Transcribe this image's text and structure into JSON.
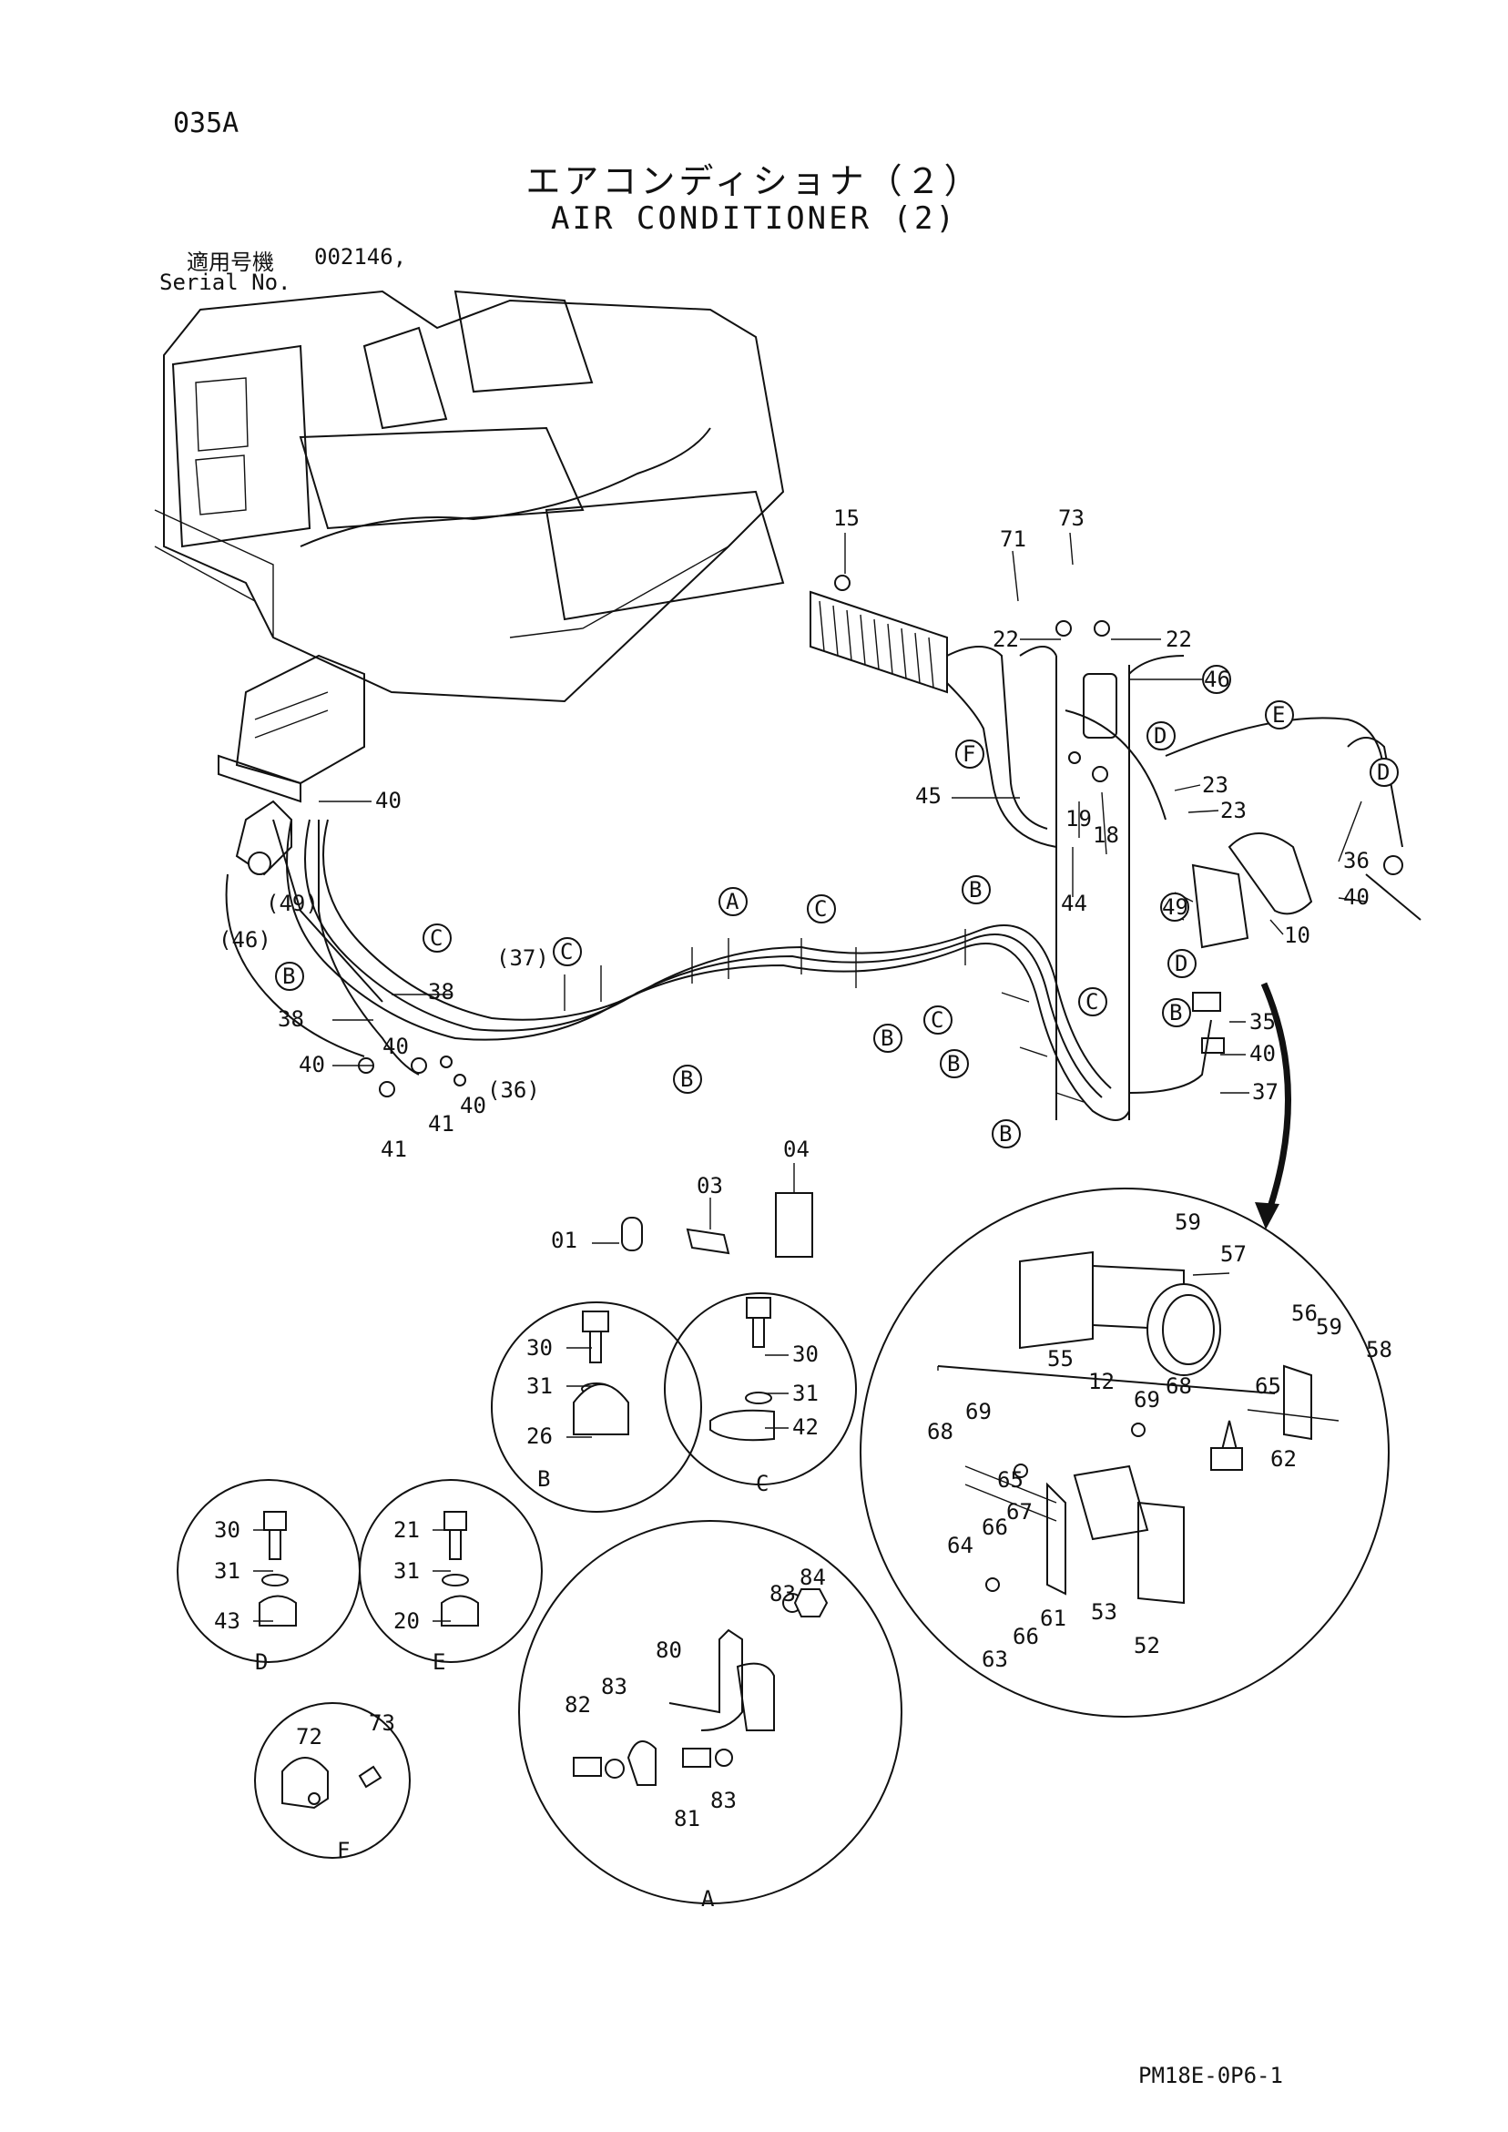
{
  "header": {
    "page_code": "035A",
    "title_jp": "エアコンディショナ（２）",
    "title_en": "AIR CONDITIONER (2)",
    "serial_label_jp": "適用号機",
    "serial_value": "002146,",
    "serial_label_en": "Serial No."
  },
  "footer": {
    "doc_code": "PM18E-0P6-1"
  },
  "callouts": {
    "c15": "15",
    "c71": "71",
    "c73a": "73",
    "c22a": "22",
    "c22b": "22",
    "c46": "46",
    "c45": "45",
    "c19": "19",
    "c18": "18",
    "c44": "44",
    "c23a": "23",
    "c23b": "23",
    "c36a": "36",
    "c40e": "40",
    "c10": "10",
    "c40a": "40",
    "c49a": "(49)",
    "c46b": "(46)",
    "c38a": "38",
    "c38b": "38",
    "c37a": "(37)",
    "c40b": "40",
    "c40c": "40",
    "c40d": "40",
    "c41a": "41",
    "c41b": "41",
    "c36b": "(36)",
    "c49b": "49",
    "c35": "35",
    "c40f": "40",
    "c37b": "37",
    "c01": "01",
    "c03": "03",
    "c04": "04",
    "c59a": "59",
    "c57": "57",
    "c56": "56",
    "c59b": "59",
    "c58": "58",
    "c55": "55",
    "c12": "12",
    "c69a": "69",
    "c68a": "68",
    "c65a": "65",
    "c69b": "69",
    "c68b": "68",
    "c65b": "65",
    "c62": "62",
    "c67": "67",
    "c66a": "66",
    "c64": "64",
    "c63": "63",
    "c66b": "66",
    "c61": "61",
    "c53": "53",
    "c52": "52",
    "c30b": "30",
    "c31b": "31",
    "c26": "26",
    "c30c": "30",
    "c31c": "31",
    "c42": "42",
    "c30d": "30",
    "c31d": "31",
    "c43": "43",
    "c21": "21",
    "c31e": "31",
    "c20": "20",
    "c72": "72",
    "c73b": "73",
    "c80": "80",
    "c83a": "83",
    "c84": "84",
    "c82": "82",
    "c83b": "83",
    "c81": "81",
    "c83c": "83"
  },
  "letters": {
    "A": "A",
    "B": "B",
    "C": "C",
    "D": "D",
    "E": "E",
    "F": "F",
    "detail_A": "A",
    "detail_B": "B",
    "detail_C": "C",
    "detail_D": "D",
    "detail_E": "E",
    "detail_F": "F"
  }
}
